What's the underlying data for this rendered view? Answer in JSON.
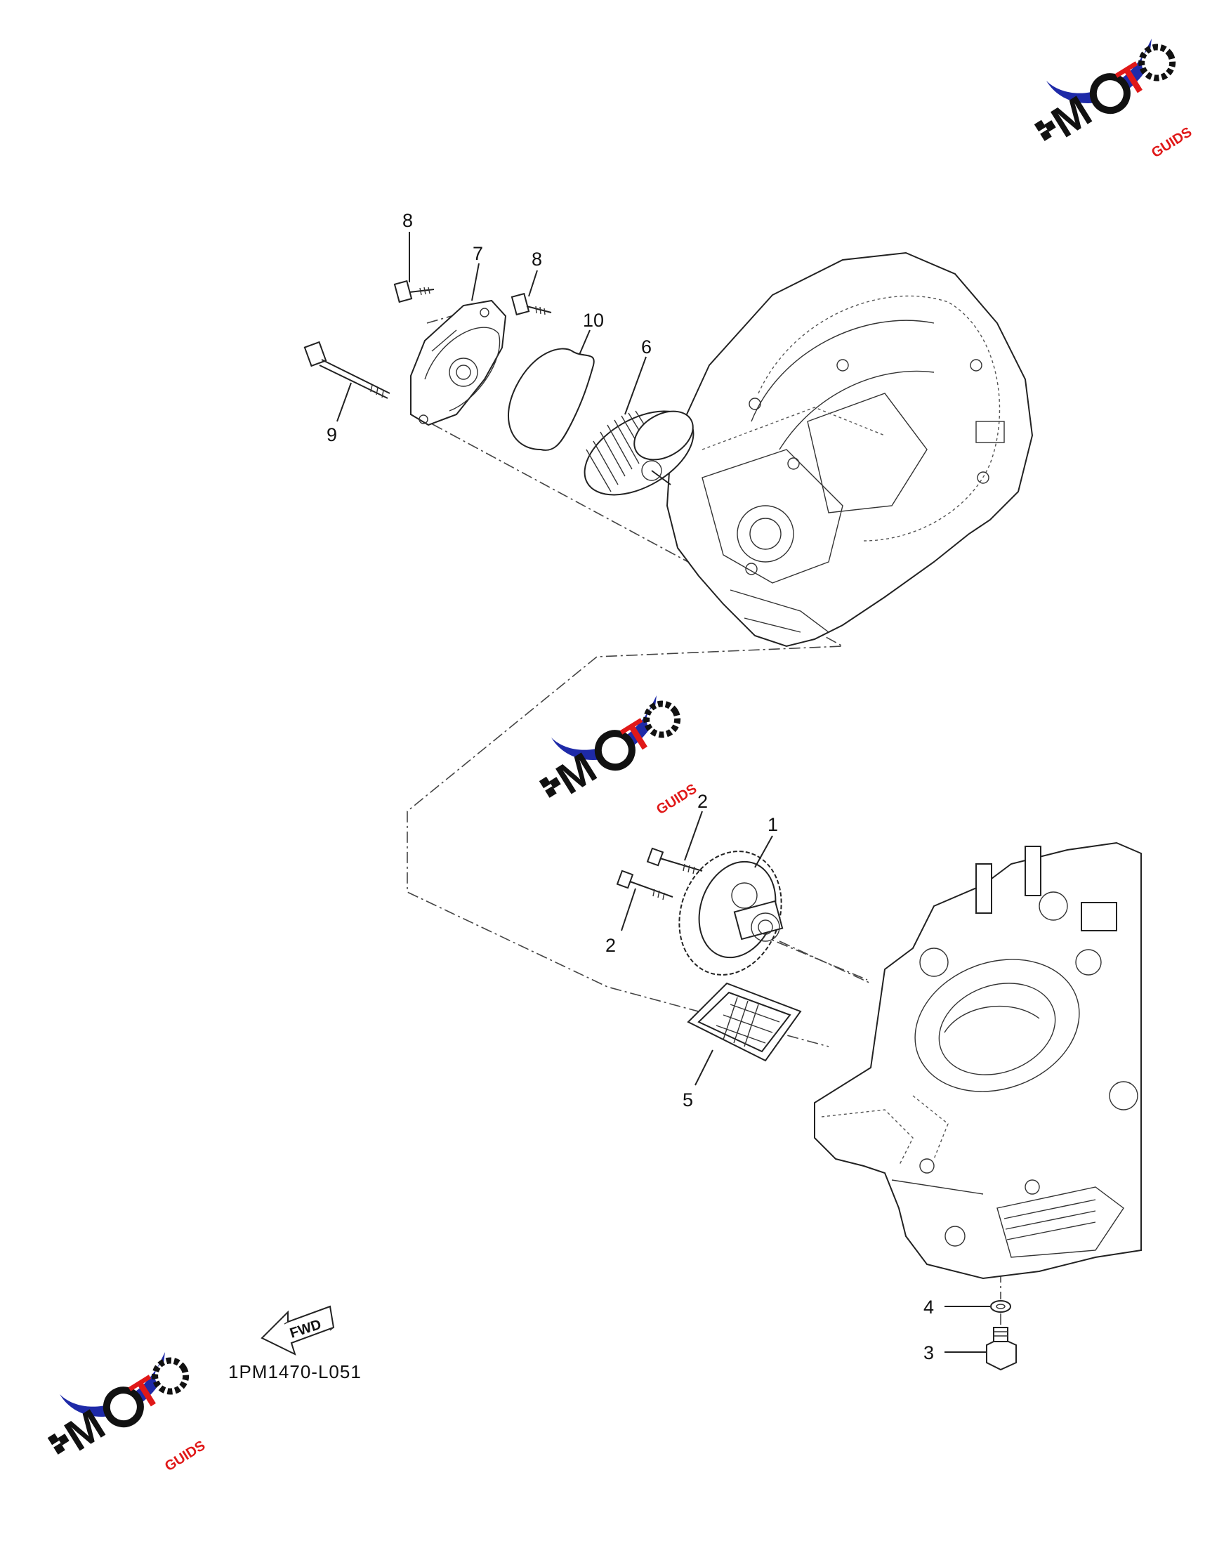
{
  "diagram": {
    "part_code": "1PM1470-L051",
    "direction_label": "FWD",
    "callouts": [
      {
        "id": "c8a",
        "label": "8"
      },
      {
        "id": "c7",
        "label": "7"
      },
      {
        "id": "c8b",
        "label": "8"
      },
      {
        "id": "c10",
        "label": "10"
      },
      {
        "id": "c6",
        "label": "6"
      },
      {
        "id": "c9",
        "label": "9"
      },
      {
        "id": "c2a",
        "label": "2"
      },
      {
        "id": "c1",
        "label": "1"
      },
      {
        "id": "c2b",
        "label": "2"
      },
      {
        "id": "c5",
        "label": "5"
      },
      {
        "id": "c4",
        "label": "4"
      },
      {
        "id": "c3",
        "label": "3"
      }
    ]
  },
  "watermark": {
    "brand_main": "MOTO",
    "brand_sub": "GUIDS",
    "colors": {
      "swoosh": "#1e2aa8",
      "red": "#e01818",
      "black": "#111111"
    }
  }
}
